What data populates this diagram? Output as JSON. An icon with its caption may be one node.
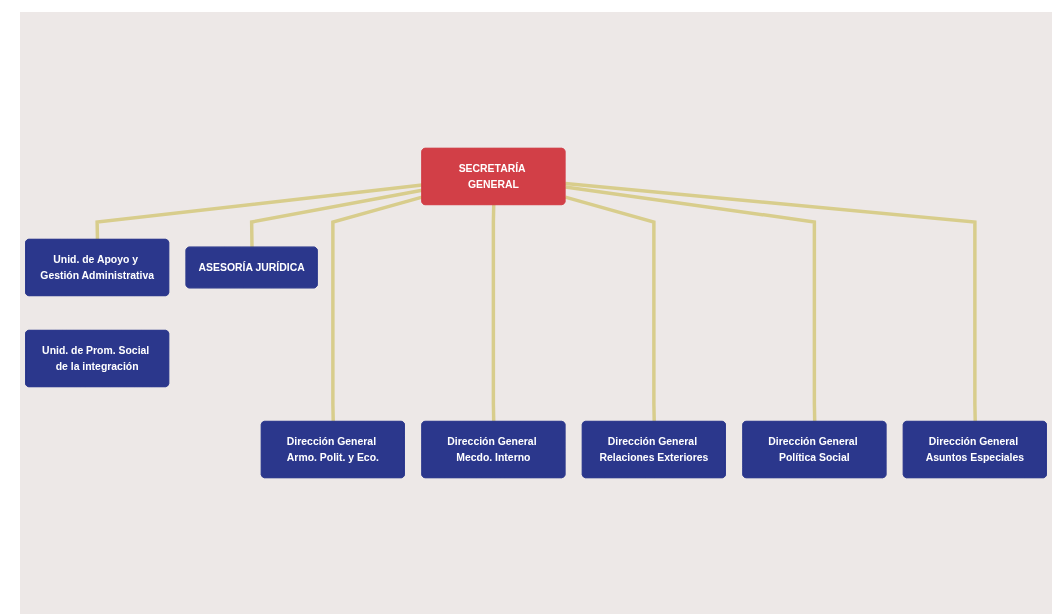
{
  "diagram": {
    "nodes": [
      {
        "text": [
          "SECRETARÍA GENERAL"
        ]
      },
      {
        "text": [
          "Unid. de Apoyo y Gestión Administrativa"
        ]
      },
      {
        "text": [
          "ASESORÍA JURÍDICA"
        ]
      },
      {
        "text": [
          "Unid. de Prom. Social de la integración"
        ]
      },
      {
        "text": [
          "Dirección General Armo. Polit. y Eco."
        ]
      },
      {
        "text": [
          "Dirección General Mecdo. Interno"
        ]
      },
      {
        "text": [
          "Dirección General Relaciones Exteriores"
        ]
      },
      {
        "text": [
          "Dirección General Política Social"
        ]
      },
      {
        "text": [
          "Dirección General Asuntos Especiales"
        ]
      }
    ],
    "edges": [
      {
        "from": 0,
        "to": 1,
        "arrow": "none"
      },
      {
        "from": 0,
        "to": 2,
        "arrow": "none"
      },
      {
        "from": 0,
        "to": 4,
        "arrow": "none"
      },
      {
        "from": 0,
        "to": 5,
        "arrow": "none"
      },
      {
        "from": 0,
        "to": 6,
        "arrow": "none"
      },
      {
        "from": 0,
        "to": 7,
        "arrow": "none"
      },
      {
        "from": 0,
        "to": 8,
        "arrow": "none"
      }
    ]
  }
}
